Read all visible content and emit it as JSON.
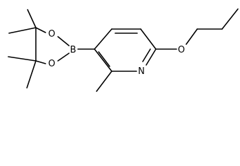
{
  "molecule": {
    "atom_labels": {
      "boron": "B",
      "oxygen_upper": "O",
      "oxygen_lower": "O",
      "nitrogen": "N",
      "oxygen_ether": "O"
    }
  }
}
